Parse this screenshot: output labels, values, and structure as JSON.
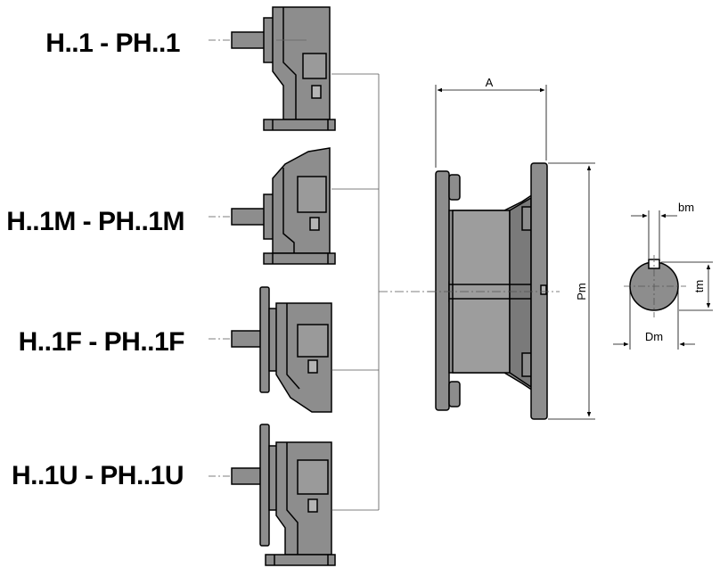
{
  "variants": [
    {
      "label": "H..1 - PH..1"
    },
    {
      "label": "H..1M - PH..1M"
    },
    {
      "label": "H..1F - PH..1F"
    },
    {
      "label": "H..1U - PH..1U"
    }
  ],
  "dimensions": {
    "A": "A",
    "Pm": "Pm",
    "bm": "bm",
    "tm": "tm",
    "Dm": "Dm"
  },
  "colors": {
    "body": "#8d8d8d",
    "shade": "#6f6f6f",
    "light": "#b4b4b4",
    "outline": "#000000",
    "leader": "#555555"
  }
}
